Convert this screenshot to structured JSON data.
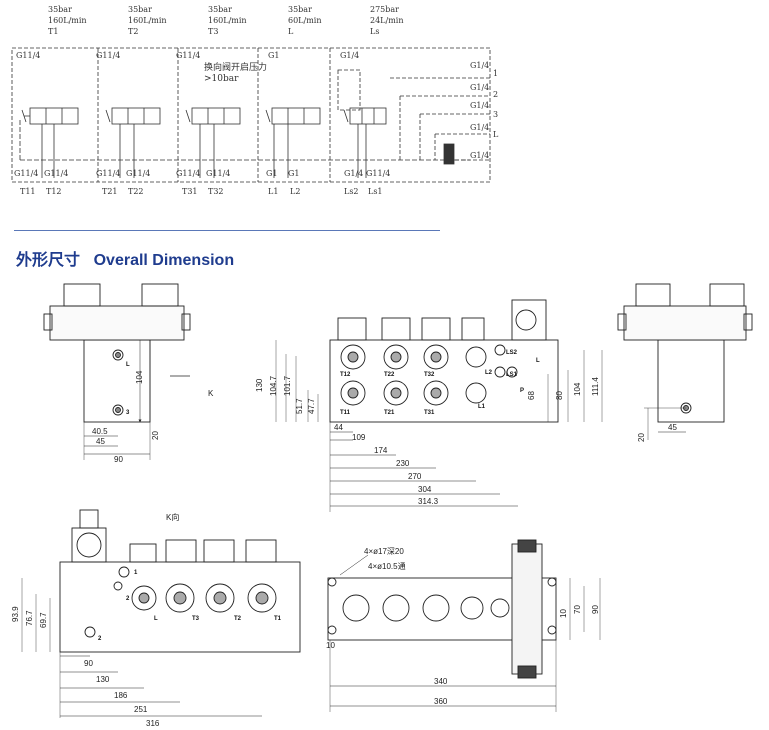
{
  "schematic": {
    "sections": [
      {
        "pressure": "35bar",
        "flow": "160L/min",
        "name": "T1"
      },
      {
        "pressure": "35bar",
        "flow": "160L/min",
        "name": "T2"
      },
      {
        "pressure": "35bar",
        "flow": "160L/min",
        "name": "T3"
      },
      {
        "pressure": "35bar",
        "flow": "60L/min",
        "name": "L"
      },
      {
        "pressure": "275bar",
        "flow": "24L/min",
        "name": "Ls"
      }
    ],
    "note_line1": "换向阀开启压力",
    "note_line2": ">10bar",
    "top_ports": [
      "G11/4",
      "G11/4",
      "G11/4",
      "G1",
      "G1/4"
    ],
    "right_ports": [
      "G1/4",
      "G1/4",
      "G1/4",
      "G1/4",
      "G1/4"
    ],
    "right_numbers": [
      "1",
      "2",
      "3",
      "L"
    ],
    "bottom_ports": [
      "G11/4",
      "G11/4",
      "G11/4",
      "G11/4",
      "G11/4",
      "G11/4",
      "G1",
      "G1",
      "G1/4",
      "G11/4"
    ],
    "bottom_names": [
      "T11",
      "T12",
      "T21",
      "T22",
      "T31",
      "T32",
      "L1",
      "L2",
      "Ls2",
      "Ls1"
    ]
  },
  "heading": {
    "cn": "外形尺寸",
    "en": "Overall Dimension"
  },
  "view_left": {
    "dims": [
      "104",
      "40.5",
      "45",
      "90",
      "20"
    ],
    "ports": [
      "L",
      "3"
    ],
    "k": "K"
  },
  "view_front": {
    "vdims": [
      "130",
      "104.7",
      "101.7",
      "51.7",
      "47.7"
    ],
    "rdims": [
      "68",
      "80",
      "104",
      "111.4"
    ],
    "hdims": [
      "44",
      "109",
      "174",
      "230",
      "270",
      "304",
      "314.3"
    ],
    "port_labels": [
      "T12",
      "T22",
      "T32",
      "T11",
      "T21",
      "T31",
      "L1",
      "LS2",
      "L2",
      "LS1",
      "L",
      "P"
    ]
  },
  "view_right": {
    "dims": [
      "20",
      "45"
    ]
  },
  "view_k": {
    "title": "K向",
    "vdims": [
      "93.9",
      "76.7",
      "69.7"
    ],
    "hdims": [
      "90",
      "130",
      "186",
      "251",
      "316"
    ],
    "port_labels": [
      "1",
      "2",
      "L",
      "T3",
      "T2",
      "T1",
      "2"
    ]
  },
  "view_top": {
    "hole1": "4×ø17深20",
    "hole2": "4×ø10.5通",
    "dims": [
      "10",
      "340",
      "360",
      "10",
      "70",
      "90"
    ]
  }
}
